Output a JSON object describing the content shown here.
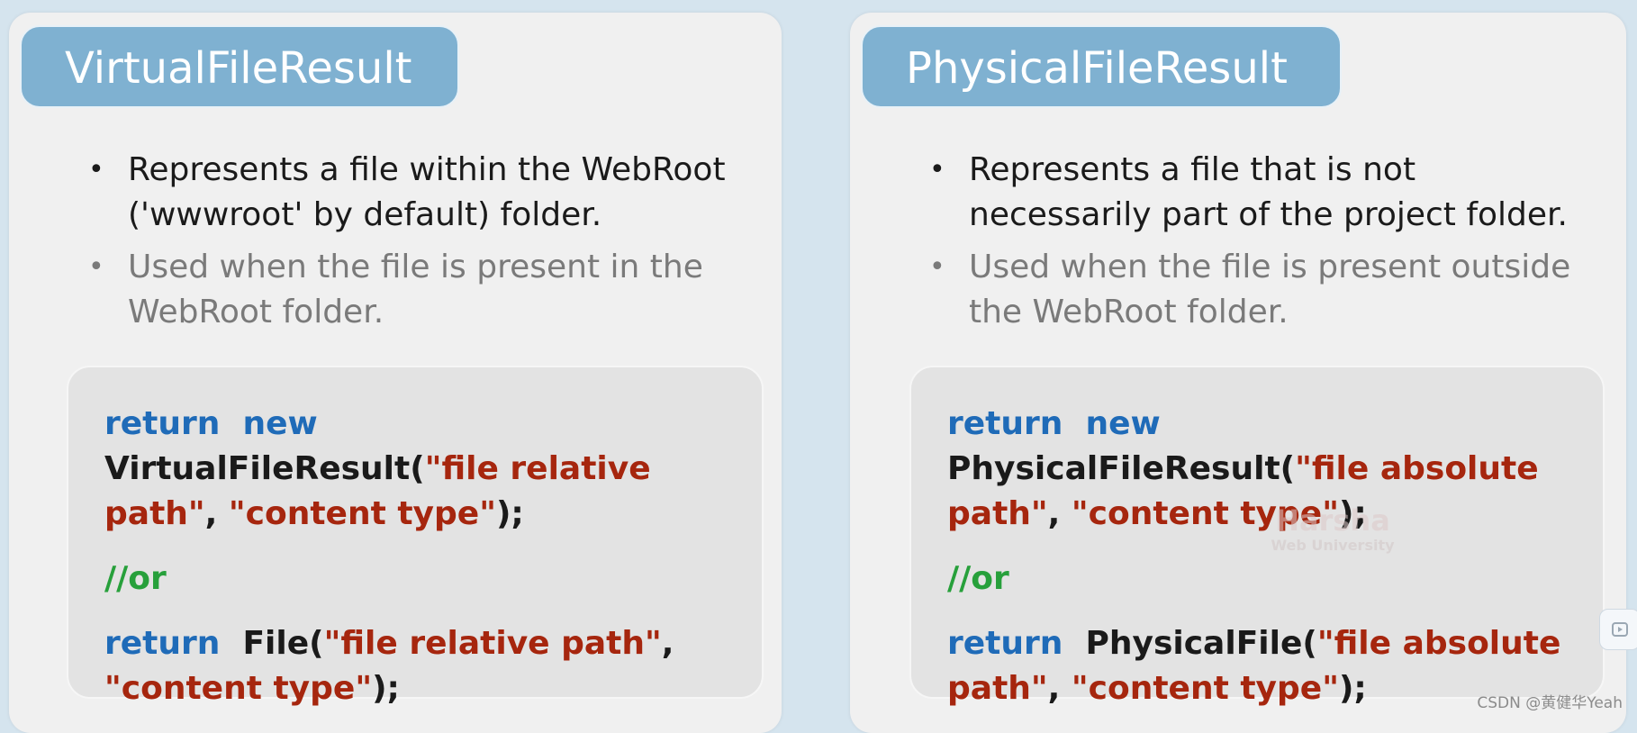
{
  "left": {
    "title": "VirtualFileResult",
    "bullet_1": "Represents a file within the WebRoot ('wwwroot' by default) folder.",
    "bullet_2": "Used when the file is present in the WebRoot folder.",
    "code": {
      "kw_return": "return",
      "kw_new": "new",
      "class_call": "VirtualFileResult(",
      "arg1": "\"file relative path\"",
      "sep": ", ",
      "arg2": "\"content type\"",
      "end": ");",
      "comment": "//or",
      "kw_return2": "return",
      "func_call": "File(",
      "arg3": "\"file relative path\"",
      "sep2": ", ",
      "arg4": "\"content type\"",
      "end2": ");"
    }
  },
  "right": {
    "title": "PhysicalFileResult",
    "bullet_1": "Represents a file that is not necessarily part of the project folder.",
    "bullet_2": "Used when the file is present outside the WebRoot folder.",
    "code": {
      "kw_return": "return",
      "kw_new": "new",
      "class_call": "PhysicalFileResult(",
      "arg1": "\"file absolute path\"",
      "sep": ", ",
      "arg2": "\"content type\"",
      "end": ");",
      "comment": "//or",
      "kw_return2": "return",
      "func_call": "PhysicalFile(",
      "arg3": "\"file absolute path\"",
      "sep2": ", ",
      "arg4": "\"content type\"",
      "end2": ");"
    }
  },
  "watermark": {
    "name": "Harsha",
    "sub": "Web University"
  },
  "credit": "CSDN @黄健华Yeah",
  "colors": {
    "keyword": "#1f6bb8",
    "string": "#a6260e",
    "comment": "#27a03b",
    "title_bg": "#7fb1d1"
  },
  "icons": {
    "play": "play-icon"
  }
}
